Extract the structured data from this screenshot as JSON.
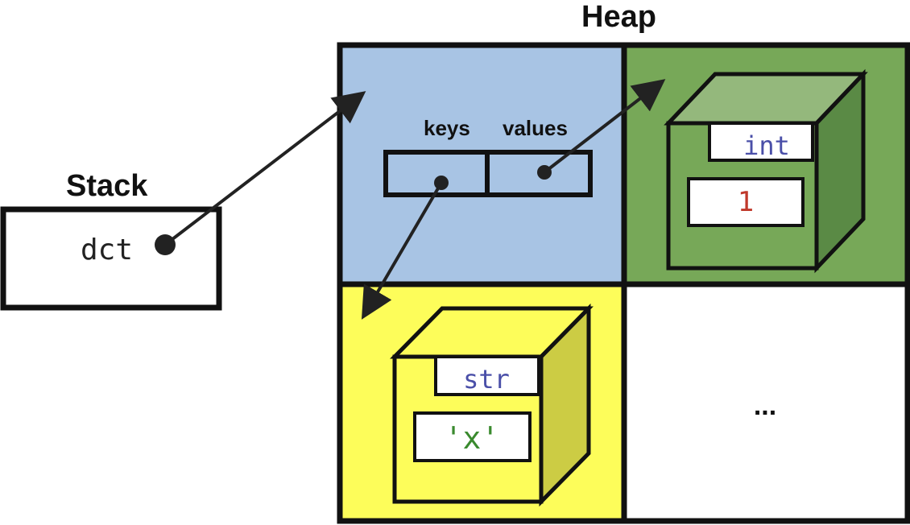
{
  "stack": {
    "title": "Stack",
    "variable": "dct"
  },
  "heap": {
    "title": "Heap",
    "dict": {
      "keys_label": "keys",
      "values_label": "values"
    },
    "int_object": {
      "type": "int",
      "value": "1"
    },
    "str_object": {
      "type": "str",
      "value": "'x'"
    },
    "empty_cell": "..."
  },
  "colors": {
    "dict_cell": "#a8c4e4",
    "int_cell": "#77a858",
    "str_cell": "#fdfd5a",
    "empty_cell": "#ffffff",
    "type_text": "#4a4fa8",
    "int_value_text": "#c0392b",
    "str_value_text": "#3a8a2e"
  }
}
